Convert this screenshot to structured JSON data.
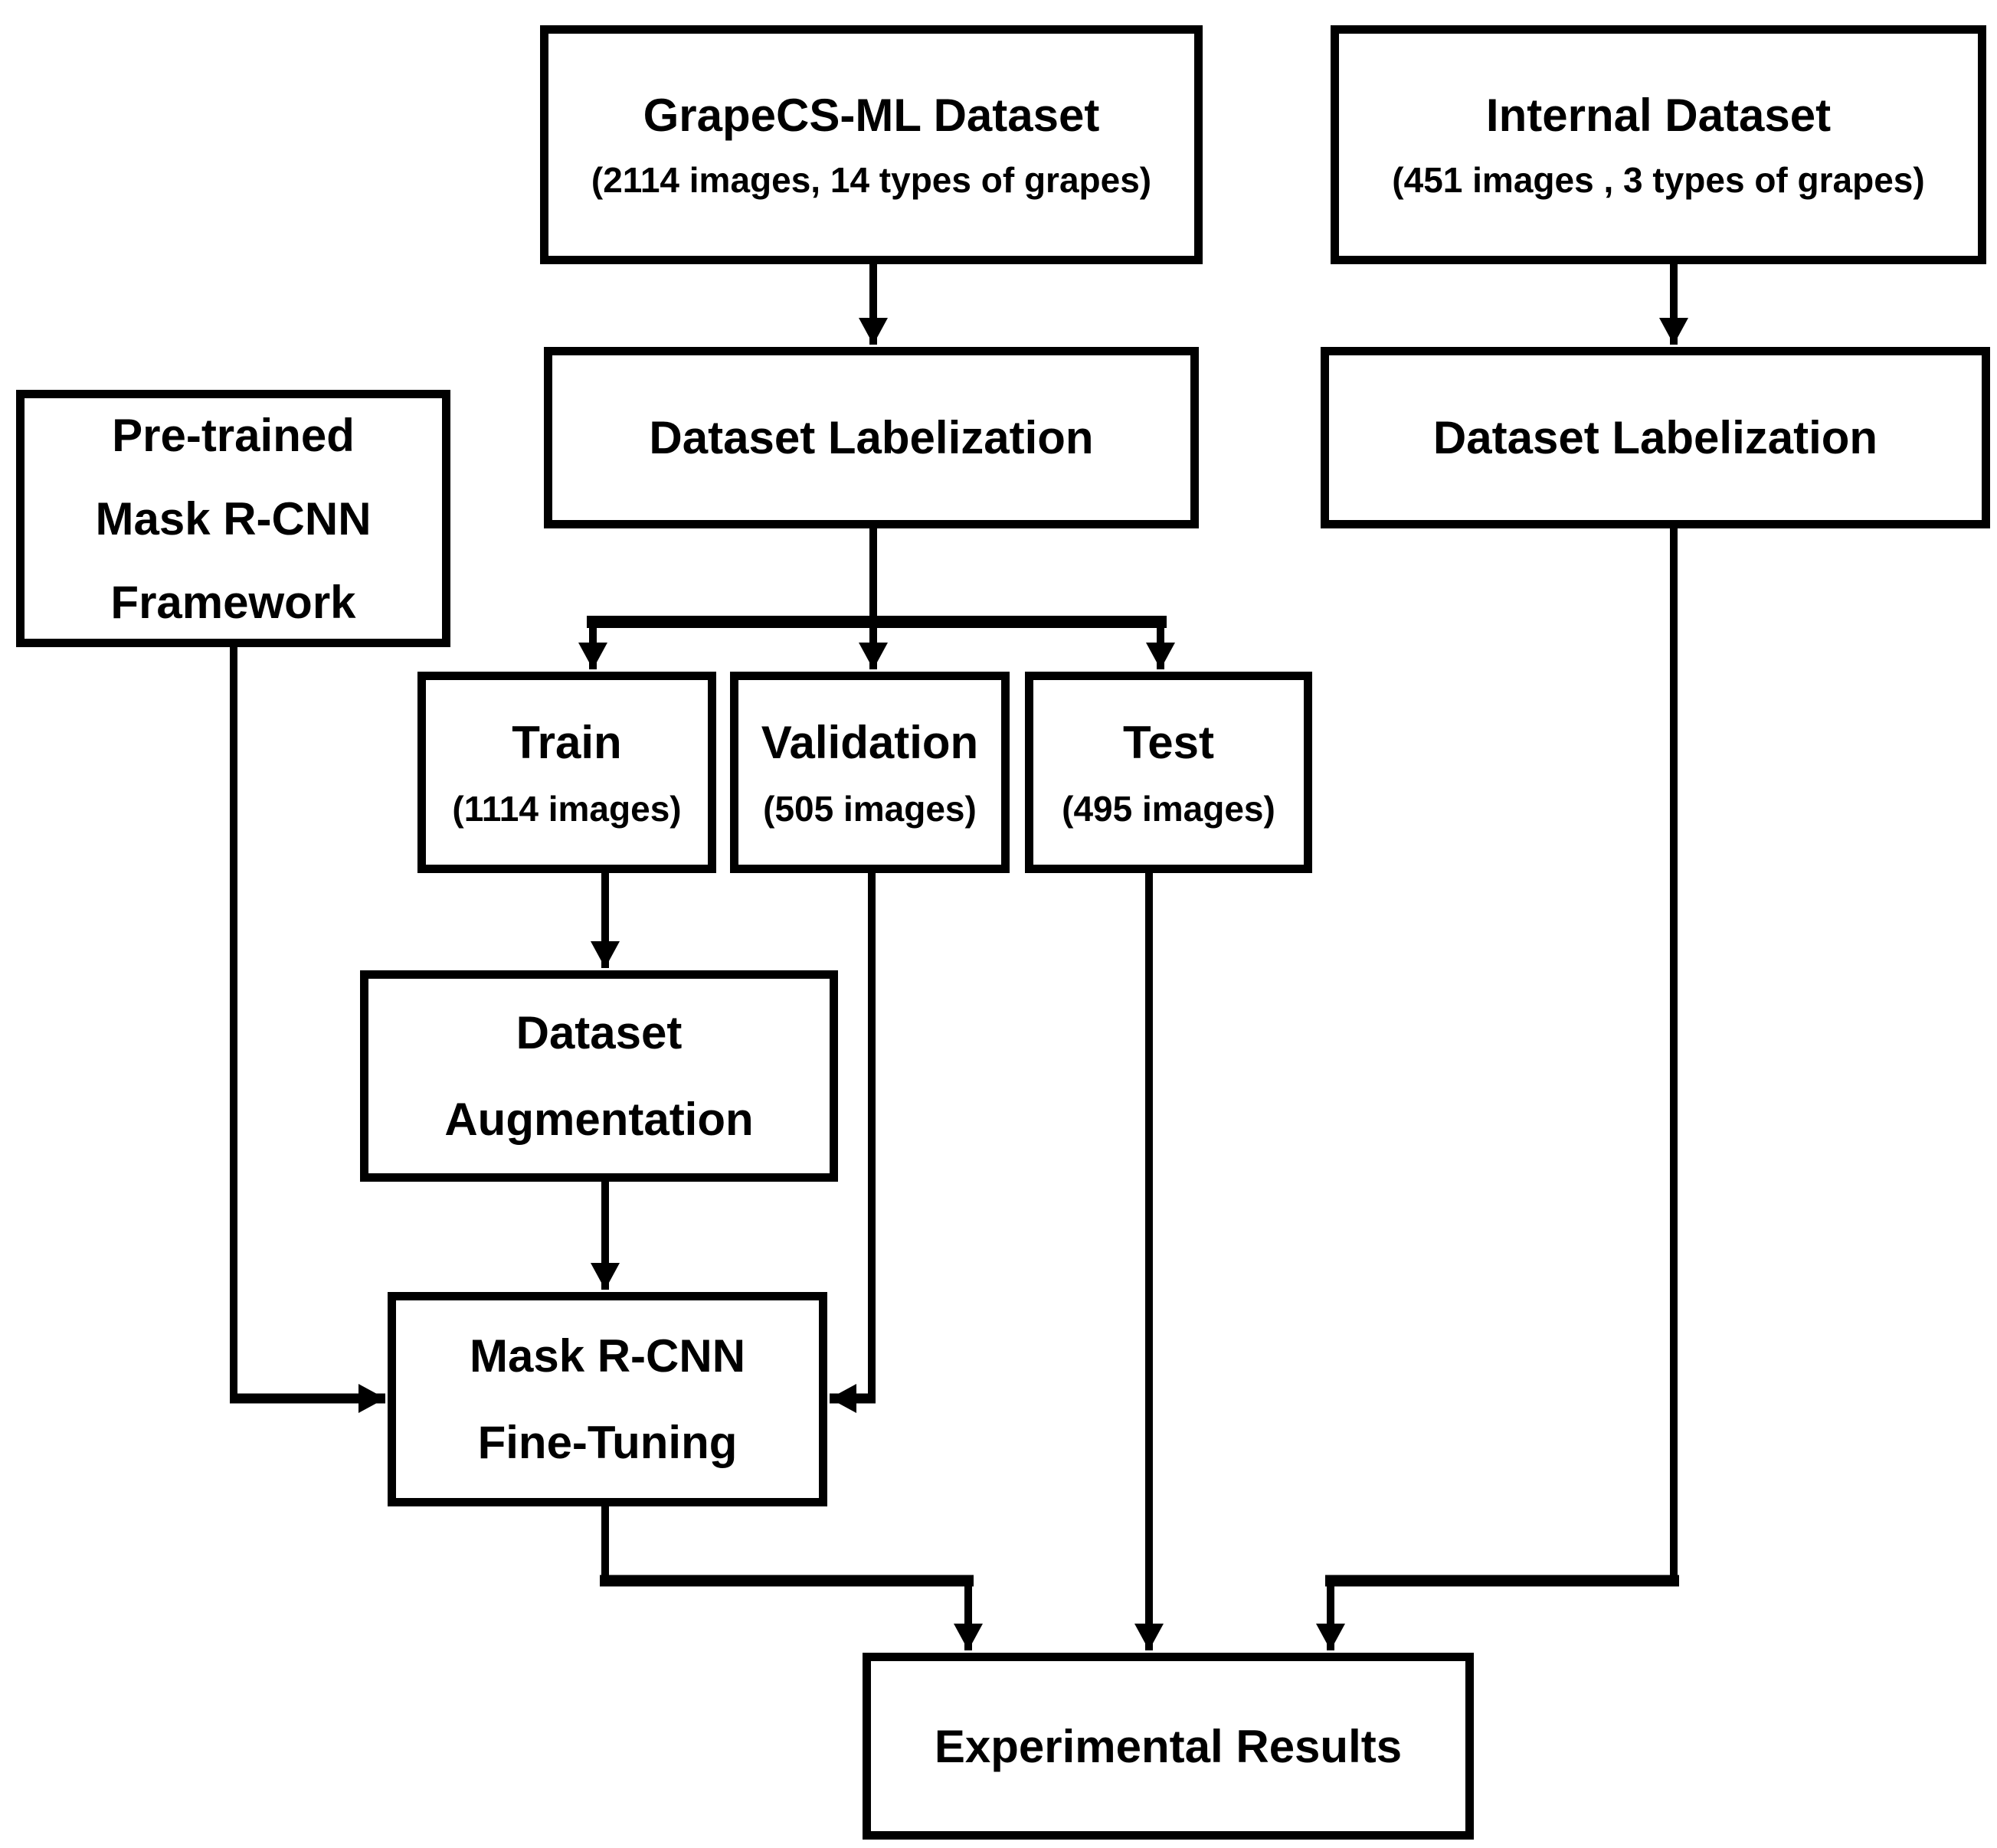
{
  "diagram": {
    "title": "Mask R-CNN grape dataset training pipeline flowchart",
    "colors": {
      "background": "#ffffff",
      "line": "#000000",
      "text": "#000000"
    },
    "boxes": {
      "grapecs": {
        "title": "GrapeCS-ML Dataset",
        "subtitle": "(2114 images, 14 types of grapes)"
      },
      "internal": {
        "title": "Internal Dataset",
        "subtitle": "(451 images , 3 types of grapes)"
      },
      "labelization_left": {
        "title": "Dataset Labelization"
      },
      "labelization_right": {
        "title": "Dataset Labelization"
      },
      "pretrained": {
        "line1": "Pre-trained",
        "line2": "Mask R-CNN",
        "line3": "Framework"
      },
      "train": {
        "title": "Train",
        "subtitle": "(1114 images)"
      },
      "validation": {
        "title": "Validation",
        "subtitle": "(505 images)"
      },
      "test": {
        "title": "Test",
        "subtitle": "(495 images)"
      },
      "augmentation": {
        "line1": "Dataset",
        "line2": "Augmentation"
      },
      "finetuning": {
        "line1": "Mask R-CNN",
        "line2": "Fine-Tuning"
      },
      "results": {
        "title": "Experimental Results"
      }
    }
  }
}
